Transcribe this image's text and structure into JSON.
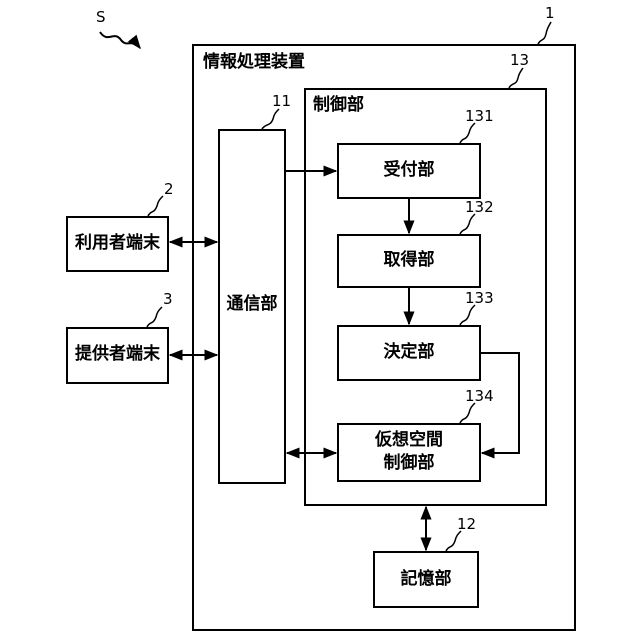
{
  "system_ref": "S",
  "device": {
    "label": "情報処理装置",
    "ref": "1"
  },
  "control": {
    "label": "制御部",
    "ref": "13"
  },
  "comm": {
    "label": "通信部",
    "ref": "11"
  },
  "storage": {
    "label": "記憶部",
    "ref": "12"
  },
  "user_terminal": {
    "label": "利用者端末",
    "ref": "2"
  },
  "provider_terminal": {
    "label": "提供者端末",
    "ref": "3"
  },
  "reception": {
    "label": "受付部",
    "ref": "131"
  },
  "acquisition": {
    "label": "取得部",
    "ref": "132"
  },
  "decision": {
    "label": "決定部",
    "ref": "133"
  },
  "virtual_space": {
    "label_line1": "仮想空間",
    "label_line2": "制御部",
    "ref": "134"
  }
}
